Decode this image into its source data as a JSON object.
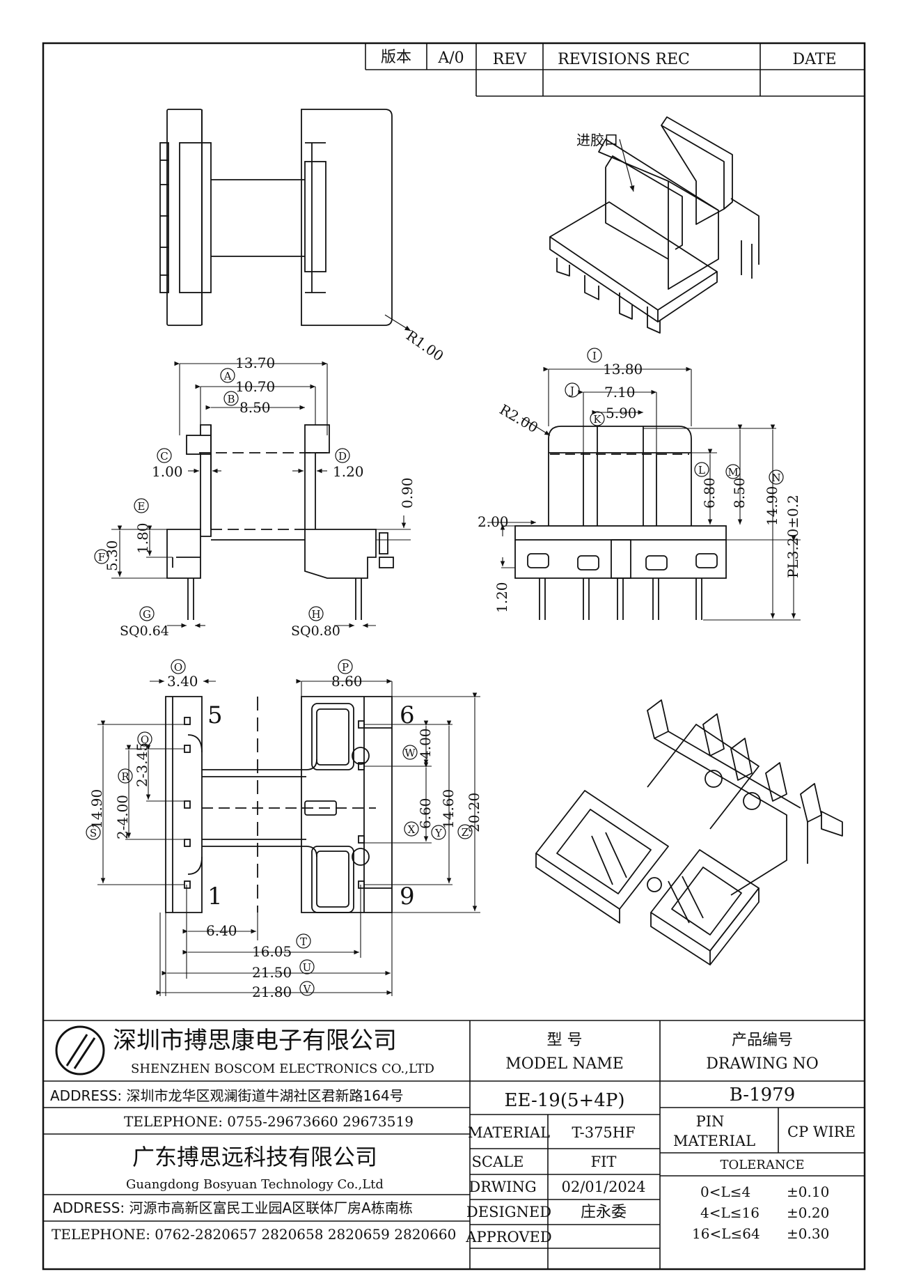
{
  "revision_block": {
    "edition_label": "版本",
    "edition_value": "A/0",
    "rev_header": "REV",
    "revisions_header": "REVISIONS REC",
    "date_header": "DATE"
  },
  "labels": {
    "gate": "进胶口",
    "r100": "R1.00",
    "r200": "R2.00",
    "pl": "PL3.20±0.2"
  },
  "dims": {
    "d1370": "13.70",
    "d1070": "10.70",
    "d850": "8.50",
    "d100": "1.00",
    "d120": "1.20",
    "d090": "0.90",
    "d180": "1.80",
    "d530": "5.30",
    "sq064": "SQ0.64",
    "sq080": "SQ0.80",
    "d1380": "13.80",
    "d710": "7.10",
    "d590": "5.90",
    "d200": "2.00",
    "d680": "6.80",
    "d850b": "8.50",
    "d1490": "14.90",
    "d120b": "1.20",
    "d340": "3.40",
    "d860": "8.60",
    "d1490b": "14.90",
    "d345": "2-3.45",
    "d400b": "2-4.00",
    "d400": "4.00",
    "d660": "6.60",
    "d1460": "14.60",
    "d2020": "20.20",
    "d640": "6.40",
    "d1605": "16.05",
    "d2150": "21.50",
    "d2180": "21.80"
  },
  "bubbles": {
    "A": "A",
    "B": "B",
    "C": "C",
    "D": "D",
    "E": "E",
    "F": "F",
    "G": "G",
    "H": "H",
    "I": "I",
    "J": "J",
    "K": "K",
    "L": "L",
    "M": "M",
    "N": "N",
    "O": "O",
    "P": "P",
    "Q": "Q",
    "R": "R",
    "S": "S",
    "T": "T",
    "U": "U",
    "V": "V",
    "W": "W",
    "X": "X",
    "Y": "Y",
    "Z": "Z"
  },
  "pins": {
    "p5": "5",
    "p6": "6",
    "p1": "1",
    "p9": "9"
  },
  "title_block": {
    "company_cn": "深圳市搏思康电子有限公司",
    "company_en": "SHENZHEN BOSCOM ELECTRONICS CO.,LTD",
    "address1": "ADDRESS: 深圳市龙华区观澜街道牛湖社区君新路164号",
    "telephone1": "TELEPHONE: 0755-29673660 29673519",
    "company2_cn": "广东搏思远科技有限公司",
    "company2_en": "Guangdong Bosyuan Technology Co.,Ltd",
    "address2": "ADDRESS: 河源市高新区富民工业园A区联体厂房A栋南栋",
    "telephone2": "TELEPHONE: 0762-2820657 2820658 2820659 2820660",
    "model_cn": "型     号",
    "model_en": "MODEL NAME",
    "model_value": "EE-19(5+4P)",
    "drawing_cn": "产品编号",
    "drawing_en": "DRAWING NO",
    "drawing_value": "B-1979",
    "material_label": "MATERIAL",
    "material_value": "T-375HF",
    "scale_label": "SCALE",
    "scale_value": "FIT",
    "drwing_label": "DRWING",
    "drwing_value": "02/01/2024",
    "designed_label": "DESIGNED",
    "designed_value": "庄永委",
    "approved_label": "APPROVED",
    "approved_value": "",
    "pin_label": "PIN",
    "pin_material_label": "MATERIAL",
    "pin_material_value": "CP WIRE",
    "tolerance_label": "TOLERANCE",
    "tol_rows": [
      {
        "range": "0<L≤4",
        "tol": "±0.10"
      },
      {
        "range": "4<L≤16",
        "tol": "±0.20"
      },
      {
        "range": "16<L≤64",
        "tol": "±0.30"
      }
    ]
  }
}
